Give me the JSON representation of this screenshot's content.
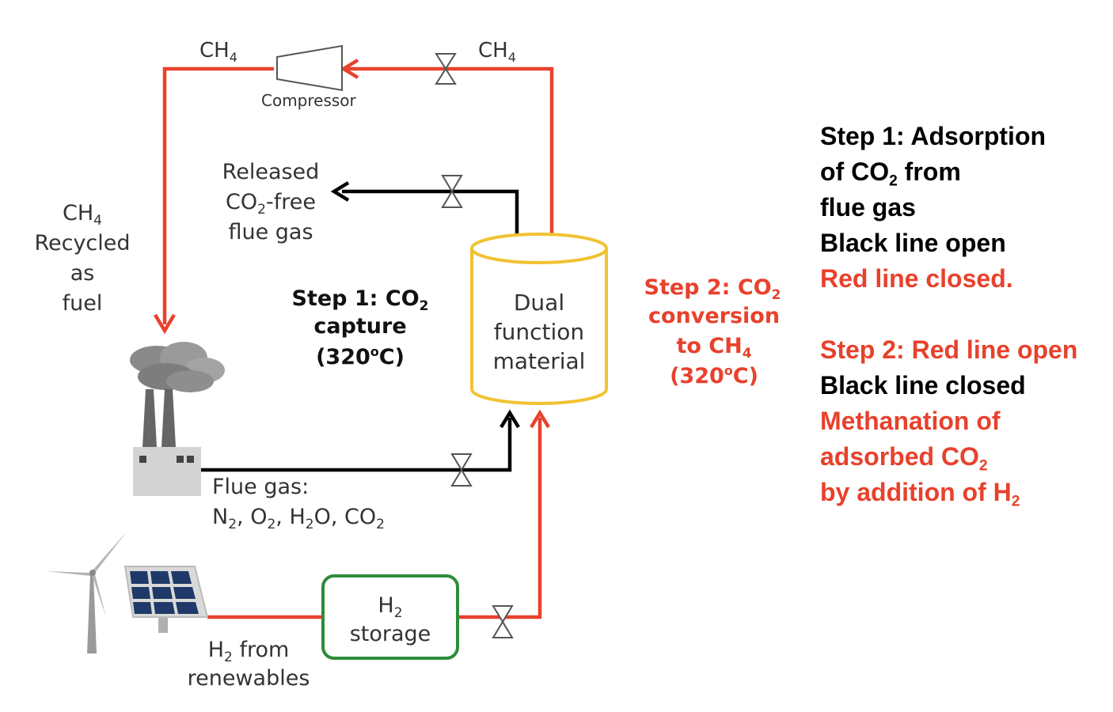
{
  "colors": {
    "red_line": "#e8412c",
    "black_line": "#000000",
    "vessel": "#f2c233",
    "storage": "#2e8b3a"
  },
  "labels": {
    "ch4_top_left": "CH",
    "ch4_top_left_sub": "4",
    "ch4_top_right": "CH",
    "ch4_top_right_sub": "4",
    "compressor": "Compressor",
    "released_line1": "Released",
    "released_line2_a": "CO",
    "released_line2_sub": "2",
    "released_line2_b": "-free",
    "released_line3": "flue gas",
    "recycled_line1": "CH",
    "recycled_line1_sub": "4",
    "recycled_line2": "Recycled",
    "recycled_line3": "as",
    "recycled_line4": "fuel",
    "step1_line1_a": "Step 1: CO",
    "step1_line1_sub": "2",
    "step1_line2": "capture",
    "step1_line3_a": "(320",
    "step1_line3_sup": "o",
    "step1_line3_b": "C)",
    "dfm_line1": "Dual",
    "dfm_line2": "function",
    "dfm_line3": "material",
    "step2_line1_a": "Step 2: CO",
    "step2_line1_sub": "2",
    "step2_line2": "conversion",
    "step2_line3_a": "to CH",
    "step2_line3_sub": "4",
    "step2_line4_a": "(320",
    "step2_line4_sup": "o",
    "step2_line4_b": "C)",
    "flue_line1": "Flue gas:",
    "flue_n": "N",
    "flue_n_sub": "2",
    "flue_o": ", O",
    "flue_o_sub": "2",
    "flue_h": ", H",
    "flue_h_sub": "2",
    "flue_h_b": "O, CO",
    "flue_co_sub": "2",
    "h2storage_line1": "H",
    "h2storage_line1_sub": "2",
    "h2storage_line2": "storage",
    "h2from_a": "H",
    "h2from_sub": "2",
    "h2from_b": " from",
    "h2from_line2": "renewables"
  },
  "legend": {
    "l1": "Step 1: Adsorption",
    "l2_a": "of CO",
    "l2_sub": "2",
    "l2_b": " from",
    "l3": "flue gas",
    "l4": "Black line open",
    "l5": "Red line closed.",
    "l6": "Step 2: Red line open",
    "l7": "Black line closed",
    "l8": "Methanation of",
    "l9_a": "adsorbed CO",
    "l9_sub": "2",
    "l10_a": "by addition of H",
    "l10_sub": "2"
  }
}
